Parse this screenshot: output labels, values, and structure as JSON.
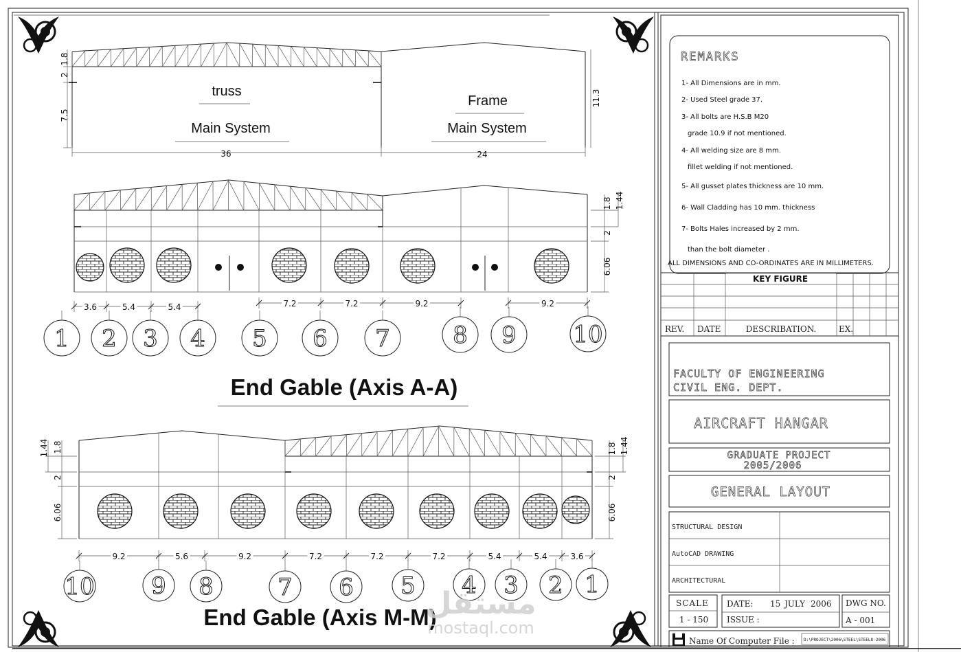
{
  "top_elevation": {
    "truss_label": "truss",
    "truss_system": "Main System",
    "frame_label": "Frame",
    "frame_system": "Main System",
    "dims": [
      "1.8",
      "2",
      "7.5",
      "11.3",
      "36",
      "24"
    ]
  },
  "gable_a": {
    "title": "End Gable (Axis A-A)",
    "axes": [
      "1",
      "2",
      "3",
      "4",
      "5",
      "6",
      "7",
      "8",
      "9",
      "10"
    ],
    "spacing": [
      "3.6",
      "5.4",
      "5.4",
      "7.2",
      "7.2",
      "9.2",
      "9.2"
    ],
    "right_dims": [
      "1.8",
      "1.44",
      "2",
      "6.06"
    ]
  },
  "gable_m": {
    "title": "End Gable (Axis M-M)",
    "axes": [
      "10",
      "9",
      "8",
      "7",
      "6",
      "5",
      "4",
      "3",
      "2",
      "1"
    ],
    "spacing": [
      "9.2",
      "5.6",
      "9.2",
      "7.2",
      "7.2",
      "7.2",
      "5.4",
      "5.4",
      "3.6"
    ],
    "left_dims": [
      "1.44",
      "1.8",
      "2",
      "6.06"
    ],
    "right_dims": [
      "1.8",
      "1.44",
      "2",
      "6.06"
    ]
  },
  "remarks": {
    "heading": "REMARKS",
    "items": [
      "1- All Dimensions are in mm.",
      "2- Used Steel grade 37.",
      "3- All bolts are H.S.B M20",
      "grade 10.9 if not mentioned.",
      "4- All welding size are 8 mm.",
      "fillet welding if not mentioned.",
      "5- All gusset plates thickness are 10 mm.",
      "6- Wall Cladding has 10 mm. thickness",
      "7- Bolts Hales increased by 2 mm.",
      "than the bolt diameter ."
    ],
    "footer": "ALL DIMENSIONS AND CO-ORDINATES ARE IN MILLIMETERS."
  },
  "key_figure": {
    "title": "KEY FIGURE",
    "col_rev": "REV.",
    "col_date": "DATE",
    "col_desc": "DESCRIBATION.",
    "col_ex": "EX."
  },
  "title_block": {
    "faculty": "FACULTY OF ENGINEERING",
    "dept": "CIVIL ENG. DEPT.",
    "project": "AIRCRAFT HANGAR",
    "grad1": "GRADUATE PROJECT",
    "grad2": "2005/2006",
    "layout": "GENERAL LAYOUT",
    "roles": [
      "STRUCTURAL DESIGN",
      "AutoCAD DRAWING",
      "ARCHITECTURAL"
    ],
    "scale_label": "SCALE",
    "scale_value": "1 - 150",
    "date_label": "DATE:",
    "date_day": "15",
    "date_month": "JULY",
    "date_year": "2006",
    "issue_label": "ISSUE :",
    "dwg_label": "DWG NO.",
    "dwg_value": "A - 001",
    "file_label": "Name Of Computer File :",
    "file_path": "D:\\PROJECT\\2006\\STEEL\\STEEL8-2006"
  },
  "watermark": {
    "arabic": "مستقل",
    "latin": "mostaql.com"
  }
}
